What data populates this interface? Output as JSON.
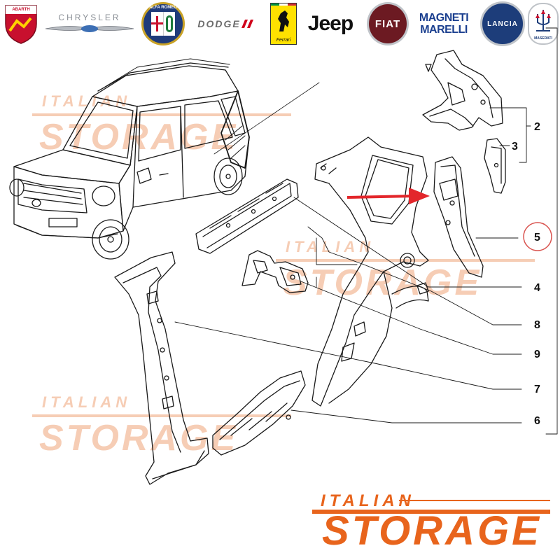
{
  "logos": [
    {
      "name": "abarth",
      "text": "ABARTH"
    },
    {
      "name": "chrysler",
      "text": "CHRYSLER"
    },
    {
      "name": "alfa-romeo",
      "text": "ALFA ROMEO"
    },
    {
      "name": "dodge",
      "text": "DODGE"
    },
    {
      "name": "ferrari",
      "text": "Ferrari"
    },
    {
      "name": "jeep",
      "text": "Jeep"
    },
    {
      "name": "fiat",
      "text": "FIAT"
    },
    {
      "name": "magneti-marelli",
      "line1": "MAGNETI",
      "line2": "MARELLI"
    },
    {
      "name": "lancia",
      "text": "LANCIA"
    },
    {
      "name": "maserati",
      "text": "MASERATI"
    }
  ],
  "watermark": {
    "top": "ITALIAN",
    "bottom": "STORAGE"
  },
  "callouts": [
    "2",
    "3",
    "5",
    "4",
    "8",
    "9",
    "7",
    "6"
  ],
  "brand": {
    "top": "ITALIAN",
    "bottom": "STORAGE"
  },
  "colors": {
    "accent": "#e8641c",
    "watermark": "#f6cdb5",
    "arrow": "#e3262b",
    "line": "#1a1a1a",
    "highlight_circle": "#d9534f"
  }
}
